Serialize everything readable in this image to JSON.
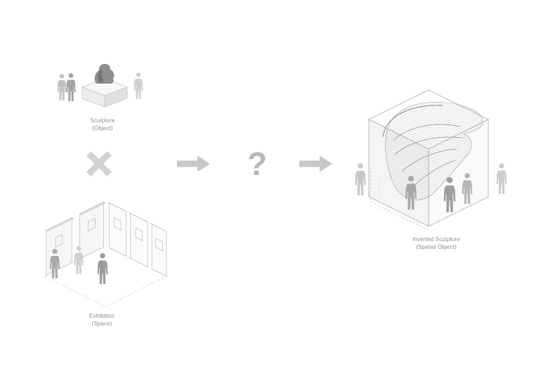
{
  "figure": {
    "sculpture": {
      "caption_line1": "Sculpture",
      "caption_line2": "(Object)"
    },
    "exhibition": {
      "caption_line1": "Exhibition",
      "caption_line2": "(Space)"
    },
    "inverted_sculpture": {
      "caption_line1": "Inverted Sculpture",
      "caption_line2": "(Spatial Object)"
    }
  },
  "operators": {
    "multiply_icon": "✕",
    "question_mark": "?",
    "arrow_icon": "→"
  },
  "colors": {
    "background": "#ffffff",
    "caption_text": "#8a8a8a",
    "operator_cross": "#d2d2d2",
    "operator_arrow": "#c7c7c7",
    "operator_question": "#b7b7b7",
    "line_gray": "#b5b5b5",
    "silhouette_dark": "#9e9e9e",
    "silhouette_light": "#cccccc",
    "sculpture_fill": "#8e8e8e"
  }
}
